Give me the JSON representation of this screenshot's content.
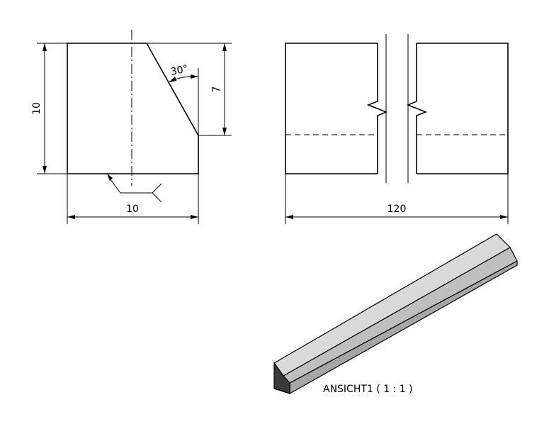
{
  "dimensions": {
    "front_height": "10",
    "front_width": "10",
    "chamfer_height": "7",
    "chamfer_angle": "30°",
    "side_length": "120"
  },
  "view_label": "ANSICHT1 ( 1 : 1 )",
  "colors": {
    "line": "#000000",
    "iso_top": "#d9d9d9",
    "iso_chamfer": "#bfbfbf",
    "iso_side": "#a6a6a6",
    "iso_end": "#3a3a3a"
  }
}
